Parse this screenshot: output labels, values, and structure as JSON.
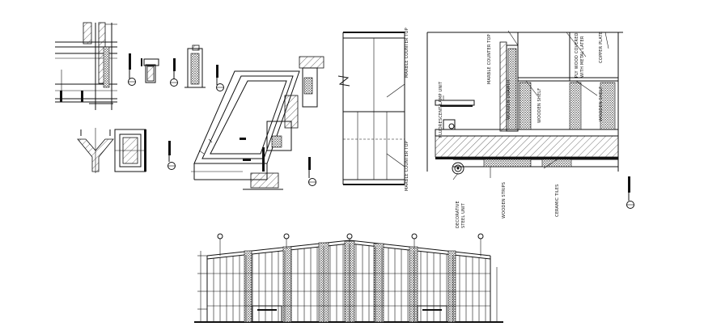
{
  "drawing": {
    "labels": {
      "marble_counter_top_upper": "MARBLE COUNTER TOP",
      "marble_counter_top_lower": "MARBLE COUNTER TOP",
      "marble_counter_top_right": "MARBLE COUNTER TOP",
      "fluorescent_lamp_unit": "FLUORESCENT LAMP UNIT",
      "wooden_drawer": "WOODEN DRAWER",
      "plywood_covered": "PLY WOOD COVERED",
      "with_metal_later": "WITH METAL LATER",
      "copper_plate": "COPPER PLATE",
      "wooden_shelf_1": "WOODEN SHELF",
      "wooden_shelf_2": "WOODEN SHELF",
      "decorative_steel_unit_1": "DECORATIVE",
      "decorative_steel_unit_2": "STEEL UNIT",
      "wooden_strips": "WOODEN STRIPS",
      "ceramic_tiles": "CERAMIC TILES"
    },
    "colors": {
      "ink": "#111111",
      "paper": "#ffffff"
    }
  }
}
